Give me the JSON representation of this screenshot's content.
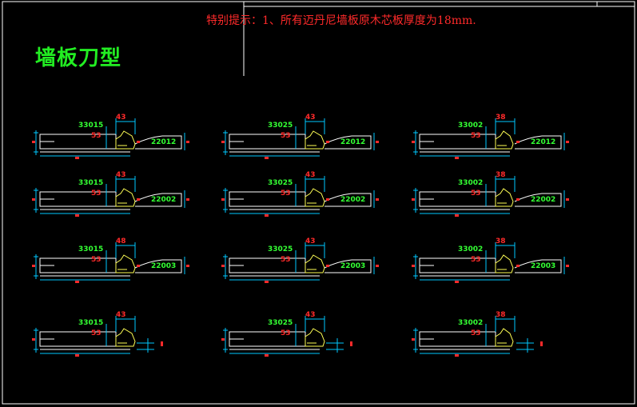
{
  "notice": "特别提示：1、所有迈丹尼墙板原木芯板厚度为18mm.",
  "heading": "墙板刀型",
  "colors": {
    "background": "#000000",
    "frame": "#ffffff",
    "dimension": "#00c8ff",
    "outline": "#ffffff",
    "molding": "#ffff55",
    "code_text": "#33ff33",
    "dim_text": "#ff2a2a"
  },
  "profiles": {
    "columns": [
      {
        "rows": [
          {
            "code": "33015",
            "width": "43",
            "side": "53",
            "end_code": "22012"
          },
          {
            "code": "33015",
            "width": "43",
            "side": "53",
            "end_code": "22002"
          },
          {
            "code": "33015",
            "width": "48",
            "side": "53",
            "end_code": "22003"
          },
          {
            "code": "33015",
            "width": "43",
            "side": "53",
            "end_code": ""
          }
        ]
      },
      {
        "rows": [
          {
            "code": "33025",
            "width": "43",
            "side": "53",
            "end_code": "22012"
          },
          {
            "code": "33025",
            "width": "43",
            "side": "53",
            "end_code": "22002"
          },
          {
            "code": "33025",
            "width": "43",
            "side": "53",
            "end_code": "22003"
          },
          {
            "code": "33025",
            "width": "43",
            "side": "53",
            "end_code": ""
          }
        ]
      },
      {
        "rows": [
          {
            "code": "33002",
            "width": "38",
            "side": "53",
            "end_code": "22012"
          },
          {
            "code": "33002",
            "width": "38",
            "side": "53",
            "end_code": "22002"
          },
          {
            "code": "33002",
            "width": "38",
            "side": "53",
            "end_code": "22003"
          },
          {
            "code": "33002",
            "width": "38",
            "side": "53",
            "end_code": ""
          }
        ]
      }
    ]
  }
}
